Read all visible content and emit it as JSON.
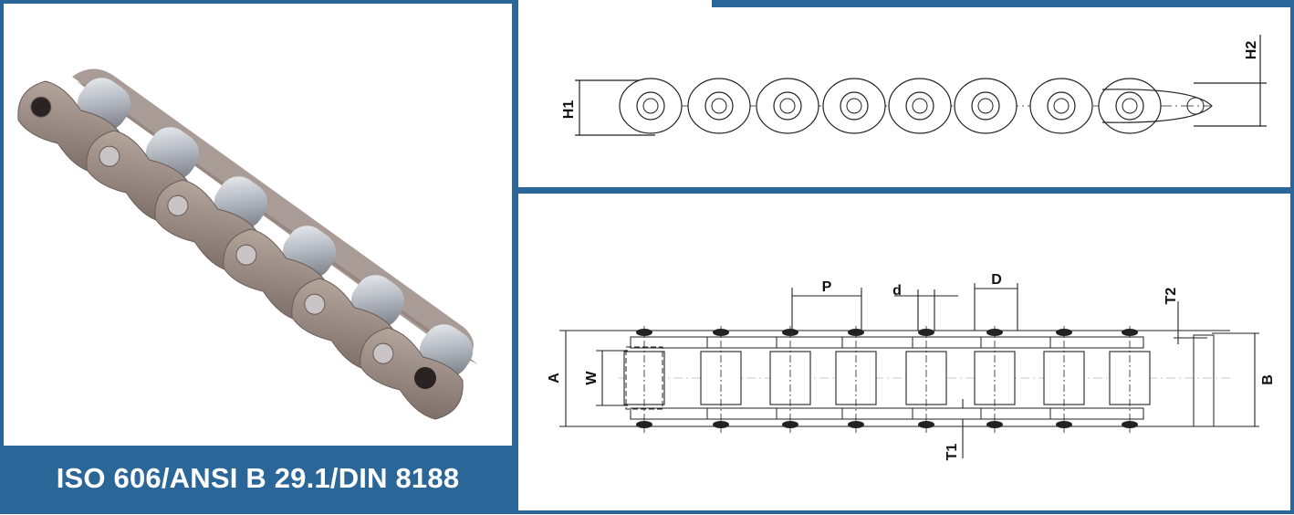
{
  "standard": {
    "label": "ISO 606/ANSI B 29.1/DIN 8188"
  },
  "side_view": {
    "dimensions": [
      "H1",
      "H2"
    ]
  },
  "top_view": {
    "dimensions": [
      "P",
      "d",
      "D",
      "T2",
      "A",
      "W",
      "B",
      "T1"
    ]
  },
  "colors": {
    "frame": "#2b6699",
    "plate": "#8f7f79",
    "roller": "#c2c7cf",
    "line": "#222222"
  }
}
